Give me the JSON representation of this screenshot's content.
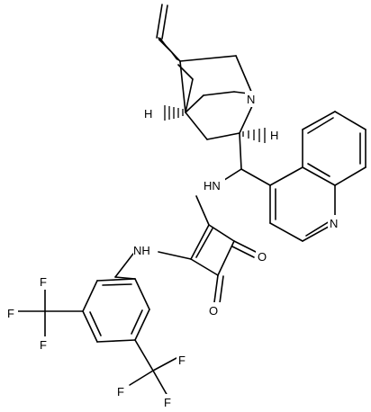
{
  "atoms": {
    "n_quinuclidine": "N",
    "h_bridgehead": "H",
    "h_c8": "H",
    "n_amine_top": "HN",
    "n_amine_left": "NH",
    "n_quinoline": "N",
    "o_upper": "O",
    "o_lower": "O",
    "f_left_1": "F",
    "f_left_2": "F",
    "f_left_3": "F",
    "f_right_1": "F",
    "f_right_2": "F",
    "f_right_3": "F"
  }
}
